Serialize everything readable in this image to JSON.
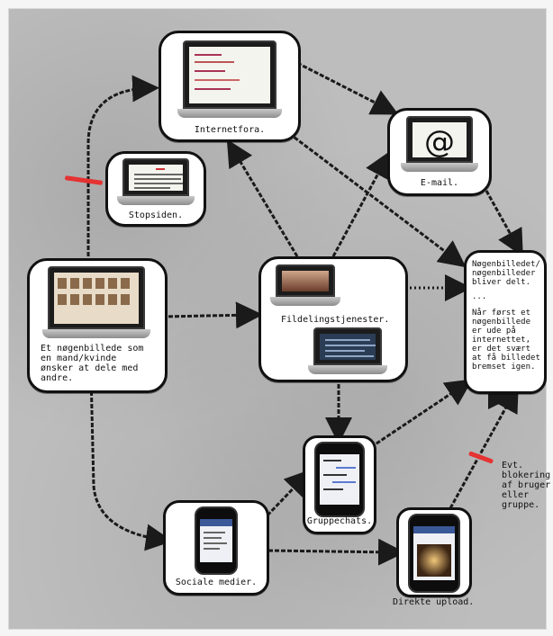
{
  "nodes": {
    "internetfora": "Internetfora.",
    "email": "E-mail.",
    "stopsiden": "Stopsiden.",
    "origin": "Et nøgenbillede som\nen mand/kvinde\nønsker at dele med\nandre.",
    "fildeling": "Fildelingstjenester.",
    "delt_title": "Nøgenbilledet/\nnøgenbilleder\nbliver delt.",
    "delt_ellipsis": "...",
    "delt_body": "Når først et\nnøgenbillede\ner ude på\ninternettet,\ner det svært\nat få billedet\nbremset igen.",
    "gruppechats": "Gruppechats.",
    "sociale": "Sociale medier.",
    "direkte": "Direkte upload."
  },
  "blocking_note": "Evt.\nblokering\naf bruger\neller\ngruppe.",
  "email_symbol": "@",
  "colors": {
    "board": "#bdbdbd",
    "arrow": "#1a1a1a",
    "block_mark": "#e53232",
    "node_border": "#111111"
  }
}
